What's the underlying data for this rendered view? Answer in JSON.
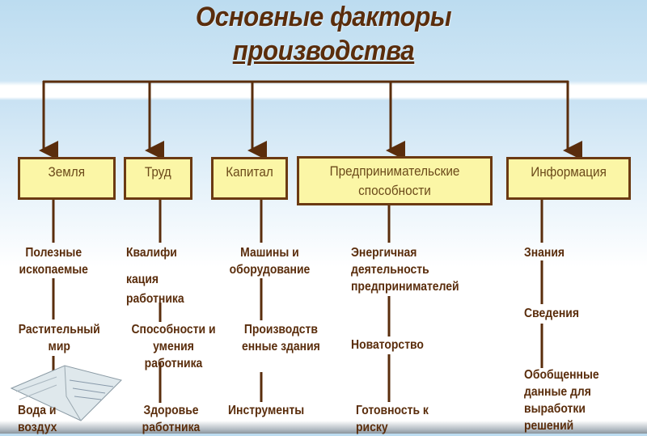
{
  "title": {
    "line1": "Основные факторы",
    "line2": "производства"
  },
  "factors": [
    {
      "label": "Земля",
      "items": [
        "Полезные ископаемые",
        "Растительный мир",
        "Вода и воздух"
      ]
    },
    {
      "label": "Труд",
      "items": [
        "Квалифи",
        "кация работника",
        "Способности и умения работника",
        "Здоровье работника"
      ]
    },
    {
      "label": "Капитал",
      "items": [
        "Машины и оборудование",
        "Производств енные здания",
        "Инструменты"
      ]
    },
    {
      "label": "Предпринимательские способности",
      "items": [
        "Энергичная деятельность предпринимателей",
        "Новаторство",
        "Готовность к риску"
      ]
    },
    {
      "label": "Информация",
      "items": [
        "Знания",
        "Сведения",
        "Обобщенные данные для выработки решений"
      ]
    }
  ],
  "colors": {
    "line": "#5a2d0c",
    "box_fill": "#fbf6a6",
    "text": "#5a2d0c"
  }
}
